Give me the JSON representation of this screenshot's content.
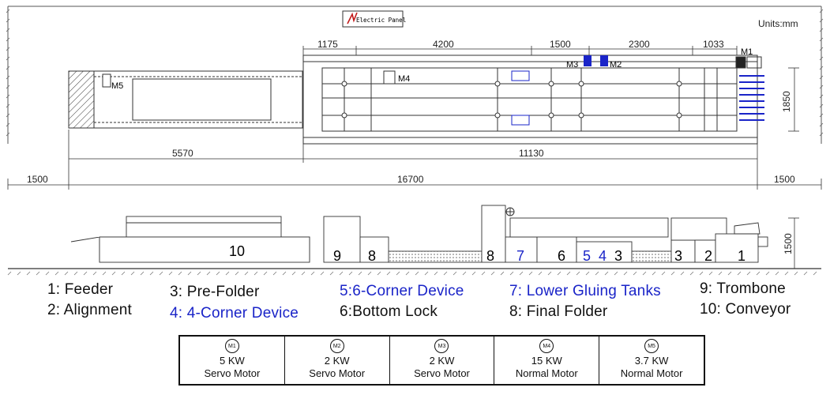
{
  "header": {
    "electric_panel": "Electric Panel",
    "units": "Units:mm"
  },
  "top_view": {
    "segment_dims": [
      "1175",
      "4200",
      "1500",
      "2300",
      "1033"
    ],
    "total_dims": [
      "5570",
      "11130"
    ],
    "overall_dims": [
      "1500",
      "16700",
      "1500"
    ],
    "width_dim": "1850",
    "motor_tags": [
      "M1",
      "M2",
      "M3",
      "M4",
      "M5"
    ]
  },
  "side_view": {
    "height_dim": "1500",
    "section_numbers": [
      "10",
      "9",
      "8",
      "8",
      "7",
      "6",
      "5",
      "4",
      "3",
      "3",
      "2",
      "1"
    ]
  },
  "legend": {
    "col1": [
      "1:  Feeder",
      "2: Alignment"
    ],
    "col2": [
      "3: Pre-Folder",
      "4: 4-Corner Device"
    ],
    "col3": [
      "5:6-Corner Device",
      "6:Bottom Lock"
    ],
    "col4": [
      "7: Lower Gluing Tanks",
      "8: Final Folder"
    ],
    "col5": [
      "9: Trombone",
      "10: Conveyor"
    ]
  },
  "motors": [
    {
      "id": "M1",
      "power": "5 KW",
      "type": "Servo Motor"
    },
    {
      "id": "M2",
      "power": "2 KW",
      "type": "Servo Motor"
    },
    {
      "id": "M3",
      "power": "2 KW",
      "type": "Servo Motor"
    },
    {
      "id": "M4",
      "power": "15 KW",
      "type": "Normal Motor"
    },
    {
      "id": "M5",
      "power": "3.7 KW",
      "type": "Normal Motor"
    }
  ],
  "colors": {
    "highlight": "#1a24c8",
    "line": "#222222",
    "hatch": "#555555"
  }
}
